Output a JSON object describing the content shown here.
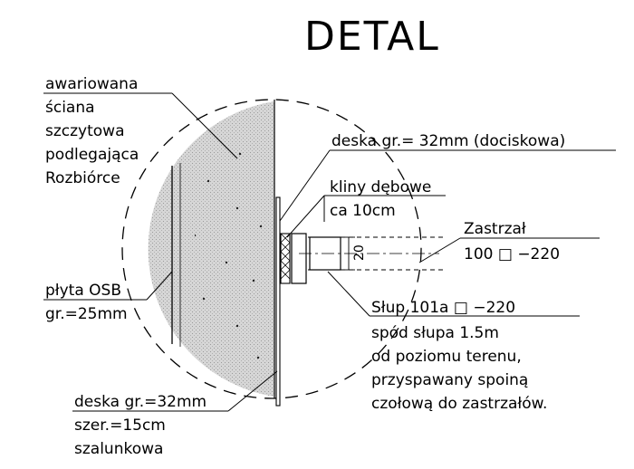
{
  "title": "DETAL",
  "labels": {
    "wall": [
      "awariowana",
      "ściana",
      "szczytowa",
      "podlegająca",
      "Rozbiórce"
    ],
    "osb": [
      "płyta OSB",
      "gr.=25mm"
    ],
    "plank_bottom": [
      "deska gr.=32mm",
      "szer.=15cm",
      "szalunkowa"
    ],
    "plank_top": "deska gr.= 32mm (dociskowa)",
    "wedges": [
      "kliny dębowe",
      "ca 10cm"
    ],
    "strut": [
      "Zastrzał",
      "100 □ −220"
    ],
    "post": [
      "Słup 101a □ −220",
      "spód słupa 1.5m",
      "od poziomu terenu,",
      "przyspawany spoiną",
      "czołową do zastrzałów."
    ],
    "dim": "20"
  },
  "colors": {
    "line": "#000000",
    "wall_fill": "#cfcfcf",
    "background": "#ffffff"
  }
}
